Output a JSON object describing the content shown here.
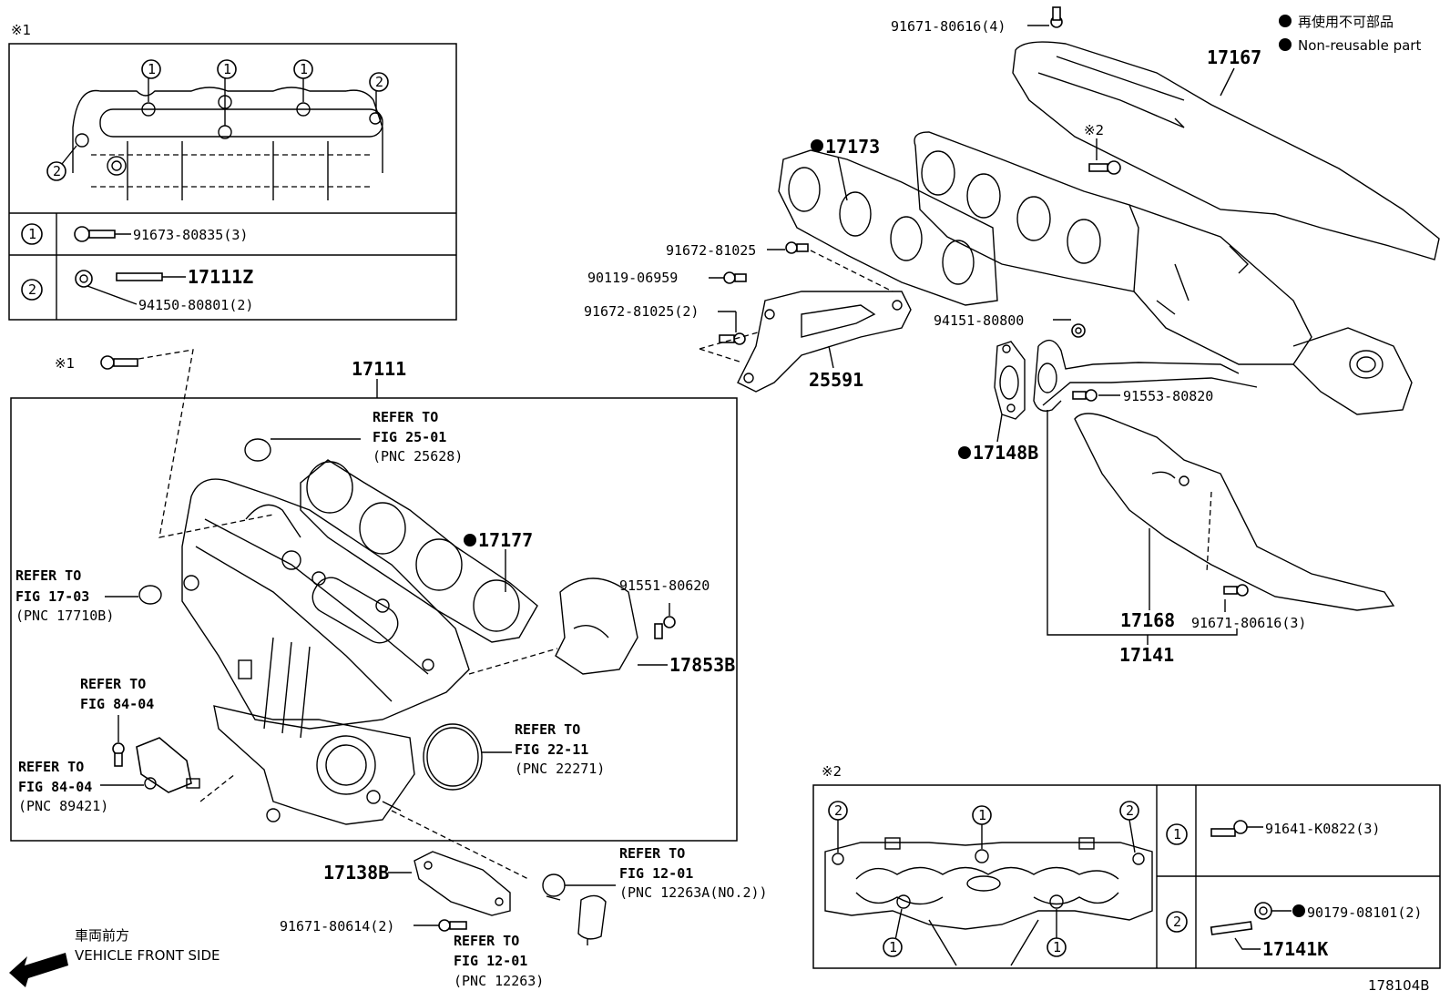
{
  "legend": {
    "item1": "再使用不可部品",
    "item2": "Non-reusable part"
  },
  "drawing_code": "178104B",
  "front": {
    "jp": "車両前方",
    "en": "VEHICLE FRONT SIDE"
  },
  "detail1": {
    "title": "※1",
    "circle1": "1",
    "circle2": "2",
    "row1_part": "91673-80835(3)",
    "row2_part_a": "17111Z",
    "row2_part_b": "94150-80801(2)"
  },
  "detail2": {
    "title": "※2",
    "circle1": "1",
    "circle2": "2",
    "row1_part": "91641-K0822(3)",
    "row2_part_a": "90179-08101(2)",
    "row2_part_b": "17141K"
  },
  "callouts": {
    "ref_mark1": "※1",
    "ref_mark2": "※2",
    "p17111": "17111",
    "refer_to": "REFER TO",
    "fig2501": "FIG 25-01",
    "pnc25628": "(PNC 25628)",
    "fig1703": "FIG 17-03",
    "pnc17710b": "(PNC 17710B)",
    "fig8404": "FIG 84-04",
    "pnc89421": "(PNC 89421)",
    "fig2211": "FIG 22-11",
    "pnc22271": "(PNC 22271)",
    "fig1201": "FIG 12-01",
    "pnc12263a": "(PNC 12263A(NO.2))",
    "pnc12263": "(PNC 12263)",
    "p17177": "17177",
    "p91551": "91551-80620",
    "p17853b": "17853B",
    "p17138b": "17138B",
    "p91671_80614": "91671-80614(2)",
    "p91671_80616_4": "91671-80616(4)",
    "p17167": "17167",
    "p17173": "17173",
    "p91672_81025": "91672-81025",
    "p90119": "90119-06959",
    "p91672_81025_2": "91672-81025(2)",
    "p25591": "25591",
    "p94151": "94151-80800",
    "p91553": "91553-80820",
    "p17148b": "17148B",
    "p17168": "17168",
    "p91671_80616_3": "91671-80616(3)",
    "p17141": "17141"
  }
}
